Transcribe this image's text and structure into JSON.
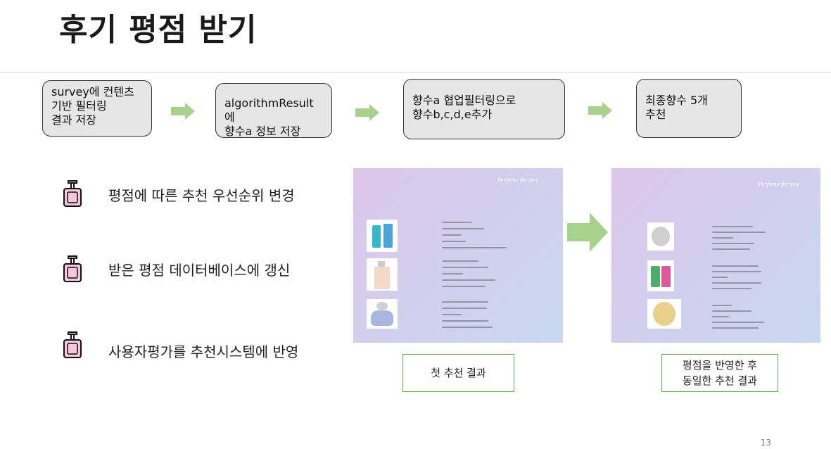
{
  "slide": {
    "title": "후기 평점 받기",
    "page_number": "13"
  },
  "flow": {
    "steps": [
      "survey에 컨텐츠\n기반 필터링\n결과 저장",
      "algorithmResult에\n향수a 정보 저장",
      "향수a 협업필터링으로\n향수b,c,d,e추가",
      "최종향수 5개\n추천"
    ]
  },
  "bullets": [
    {
      "icon": "perfume-bottle-icon",
      "text": "평점에 따른 추천 우선순위 변경"
    },
    {
      "icon": "perfume-bottle-icon",
      "text": "받은 평점 데이터베이스에 갱신"
    },
    {
      "icon": "perfume-bottle-icon",
      "text": "사용자평가를 추천시스템에 반영"
    }
  ],
  "screens": {
    "before": {
      "heading": "Perfume for you",
      "caption": "첫 추천 결과"
    },
    "after": {
      "heading": "Perfume for you",
      "caption": "평점을 반영한 후\n동일한 추천 결과"
    }
  },
  "colors": {
    "arrow": "#a9d18e",
    "caption_border": "#6aa84f",
    "step_fill": "#e6e6e6",
    "icon_fill": "#f4c7dd"
  }
}
